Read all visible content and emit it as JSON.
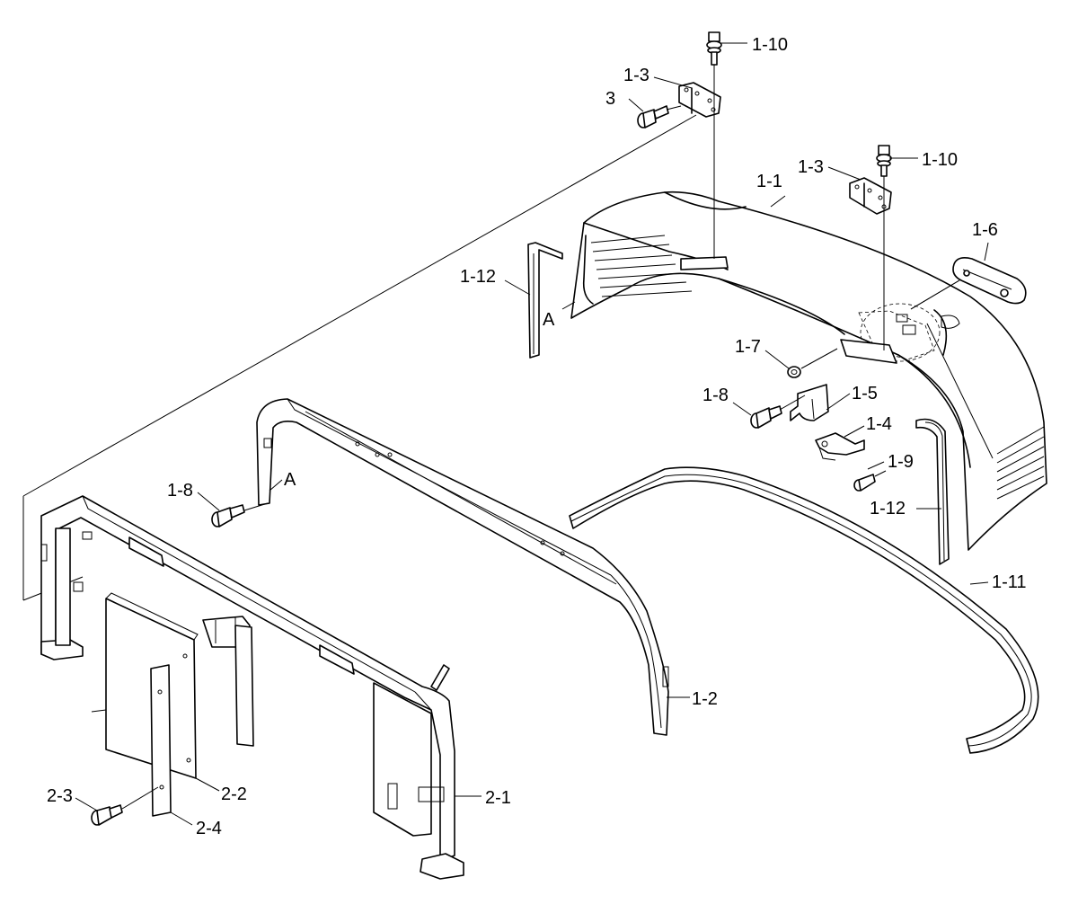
{
  "labels": {
    "l_1_10_top": "1-10",
    "l_1_3_top": "1-3",
    "l_3": "3",
    "l_1_10_right": "1-10",
    "l_1_3_right": "1-3",
    "l_1_1": "1-1",
    "l_1_6": "1-6",
    "l_1_12_left": "1-12",
    "l_a_upper": "A",
    "l_1_7": "1-7",
    "l_1_5": "1-5",
    "l_1_8_right": "1-8",
    "l_1_4": "1-4",
    "l_1_9": "1-9",
    "l_1_12_right": "1-12",
    "l_1_8_left": "1-8",
    "l_a_lower": "A",
    "l_1_11": "1-11",
    "l_1_2": "1-2",
    "l_2_2": "2-2",
    "l_2_1": "2-1",
    "l_2_3": "2-3",
    "l_2_4": "2-4"
  }
}
